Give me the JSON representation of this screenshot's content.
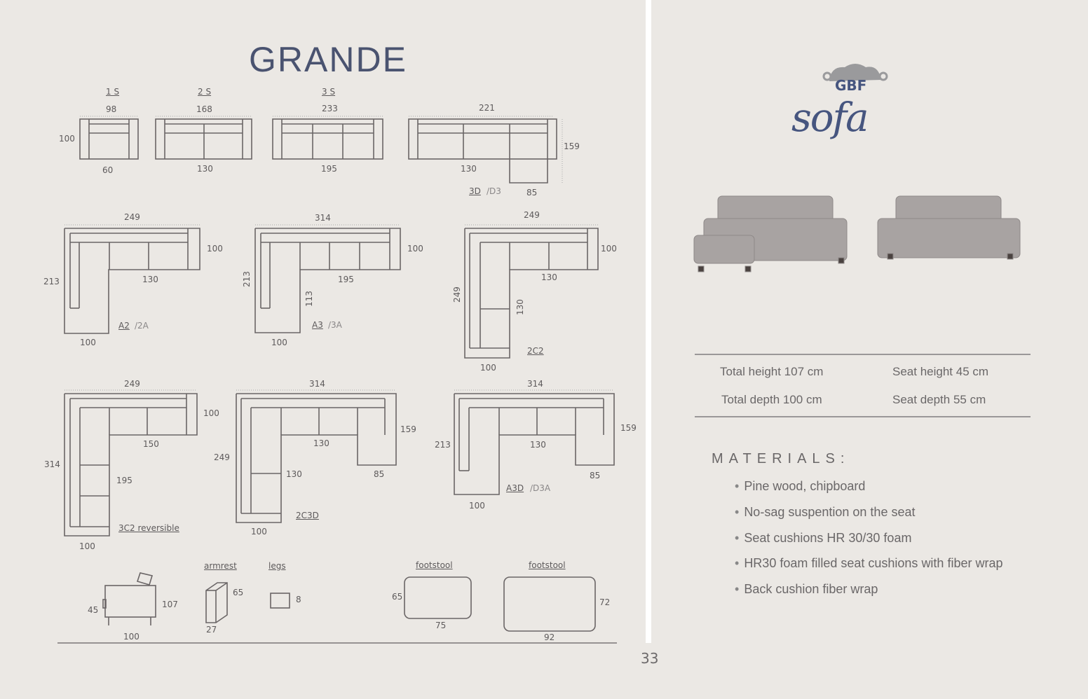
{
  "title": "GRANDE",
  "page_number": "33",
  "brand": {
    "top": "GBF",
    "name": "sofa"
  },
  "row1": {
    "s1": {
      "code": "1 S",
      "width": "98",
      "depth": "100",
      "seat": "60"
    },
    "s2": {
      "code": "2 S",
      "width": "168",
      "seat": "130"
    },
    "s3": {
      "code": "3 S",
      "width": "233",
      "seat": "195"
    },
    "d3": {
      "width": "221",
      "depth": "159",
      "seat": "130",
      "code": "3D",
      "alt": "/D3",
      "chaise": "85"
    }
  },
  "row2": {
    "a2": {
      "width": "249",
      "depth": "100",
      "side": "213",
      "seat": "130",
      "code": "A2",
      "alt": "/2A",
      "bottom": "100"
    },
    "a3": {
      "width": "314",
      "depth": "100",
      "side": "213",
      "seat": "195",
      "inner": "113",
      "code": "A3",
      "alt": "/3A",
      "bottom": "100"
    },
    "c2": {
      "width": "249",
      "depth": "100",
      "side": "249",
      "seat": "130",
      "inner": "130",
      "code": "2C2",
      "bottom": "100"
    }
  },
  "row3": {
    "c3": {
      "width": "249",
      "depth": "100",
      "inner_w": "150",
      "side": "314",
      "inner": "195",
      "code": "3C2 reversible",
      "bottom": "100"
    },
    "c3d": {
      "width": "314",
      "depth": "159",
      "seat": "130",
      "side": "249",
      "inner": "130",
      "chaise": "85",
      "code": "2C3D",
      "bottom": "100"
    },
    "a3d": {
      "width": "314",
      "depth": "159",
      "side": "213",
      "seat": "130",
      "chaise": "85",
      "code": "A3D",
      "alt": "/D3A",
      "bottom": "100"
    }
  },
  "row4": {
    "side": {
      "seat_h": "45",
      "height": "107",
      "depth": "100"
    },
    "armrest": {
      "label": "armrest",
      "h": "65",
      "w": "27"
    },
    "legs": {
      "label": "legs",
      "h": "8"
    },
    "foot1": {
      "label": "footstool",
      "h": "65",
      "w": "75"
    },
    "foot2": {
      "label": "footstool",
      "h": "72",
      "w": "92"
    }
  },
  "specs": {
    "total_height": "Total height 107 cm",
    "seat_height": "Seat height  45 cm",
    "total_depth": "Total depth 100 cm",
    "seat_depth": "Seat depth  55 cm"
  },
  "materials": {
    "heading": "MATERIALS:",
    "items": [
      "Pine wood, chipboard",
      "No-sag suspention on the seat",
      "Seat cushions HR 30/30 foam",
      "HR30 foam filled seat cushions with fiber wrap",
      "Back cushion fiber wrap"
    ]
  }
}
